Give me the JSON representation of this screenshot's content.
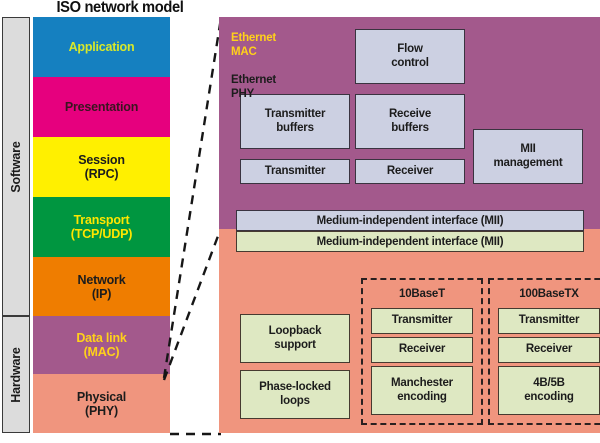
{
  "title": "ISO network model",
  "left_stack": {
    "brackets": [
      {
        "label": "Software"
      },
      {
        "label": "Hardware"
      }
    ],
    "layers": [
      {
        "name": "Application",
        "sub": "",
        "fill": "#1580c0",
        "text": "#d8e82a"
      },
      {
        "name": "Presentation",
        "sub": "",
        "fill": "#e6007e",
        "text": "#3a1520"
      },
      {
        "name": "Session",
        "sub": "(RPC)",
        "fill": "#fff000",
        "text": "#1c1c1c"
      },
      {
        "name": "Transport",
        "sub": "(TCP/UDP)",
        "fill": "#009640",
        "text": "#ffe600"
      },
      {
        "name": "Network",
        "sub": "(IP)",
        "fill": "#ef7d00",
        "text": "#1c1c1c"
      },
      {
        "name": "Data link",
        "sub": "(MAC)",
        "fill": "#a3598c",
        "text": "#ffd11a"
      },
      {
        "name": "Physical",
        "sub": "(PHY)",
        "fill": "#f0957e",
        "text": "#1c1c1c"
      }
    ]
  },
  "right_panel": {
    "mac": {
      "label": "Ethernet\nMAC",
      "fill": "#a3598c",
      "boxes": [
        {
          "text": "Flow\ncontrol"
        },
        {
          "text": "Transmitter\nbuffers"
        },
        {
          "text": "Receive\nbuffers"
        },
        {
          "text": "MII\nmanagement"
        },
        {
          "text": "Transmitter"
        },
        {
          "text": "Receiver"
        }
      ]
    },
    "mii": {
      "top_label": "Medium-independent interface (MII)",
      "bottom_label": "Medium-independent interface (MII)"
    },
    "phy": {
      "label": "Ethernet\nPHY",
      "fill": "#f0957e",
      "boxes": [
        {
          "text": "Loopback\nsupport"
        },
        {
          "text": "Phase-locked\nloops"
        }
      ],
      "groups": [
        {
          "title": "10BaseT",
          "boxes": [
            {
              "text": "Transmitter"
            },
            {
              "text": "Receiver"
            },
            {
              "text": "Manchester\nencoding"
            }
          ]
        },
        {
          "title": "100BaseTX",
          "boxes": [
            {
              "text": "Transmitter"
            },
            {
              "text": "Receiver"
            },
            {
              "text": "4B/5B\nencoding"
            }
          ]
        }
      ]
    }
  }
}
